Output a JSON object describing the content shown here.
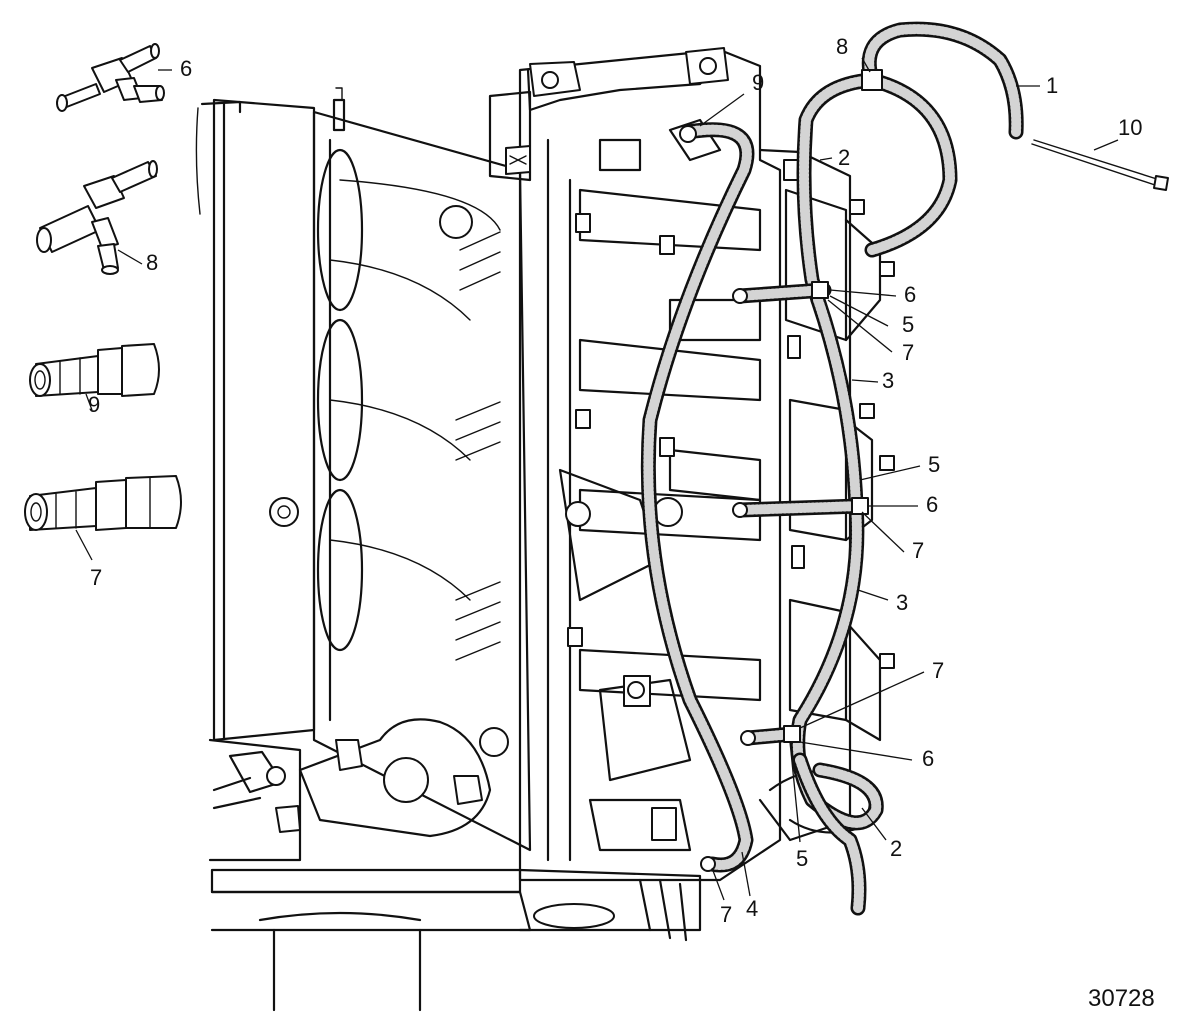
{
  "figure_number": "30728",
  "callouts": [
    {
      "id": "c-1",
      "label": "1"
    },
    {
      "id": "c-2a",
      "label": "2"
    },
    {
      "id": "c-2b",
      "label": "2"
    },
    {
      "id": "c-3a",
      "label": "3"
    },
    {
      "id": "c-3b",
      "label": "3"
    },
    {
      "id": "c-4",
      "label": "4"
    },
    {
      "id": "c-5a",
      "label": "5"
    },
    {
      "id": "c-5b",
      "label": "5"
    },
    {
      "id": "c-5c",
      "label": "5"
    },
    {
      "id": "c-6-inset",
      "label": "6"
    },
    {
      "id": "c-6a",
      "label": "6"
    },
    {
      "id": "c-6b",
      "label": "6"
    },
    {
      "id": "c-6c",
      "label": "6"
    },
    {
      "id": "c-7-inset",
      "label": "7"
    },
    {
      "id": "c-7a",
      "label": "7"
    },
    {
      "id": "c-7b",
      "label": "7"
    },
    {
      "id": "c-7c",
      "label": "7"
    },
    {
      "id": "c-7d",
      "label": "7"
    },
    {
      "id": "c-8-inset",
      "label": "8"
    },
    {
      "id": "c-8",
      "label": "8"
    },
    {
      "id": "c-9-inset",
      "label": "9"
    },
    {
      "id": "c-9",
      "label": "9"
    },
    {
      "id": "c-10",
      "label": "10"
    }
  ],
  "colors": {
    "line": "#111111",
    "background": "#ffffff",
    "hose_fill": "#d4d4d4"
  }
}
